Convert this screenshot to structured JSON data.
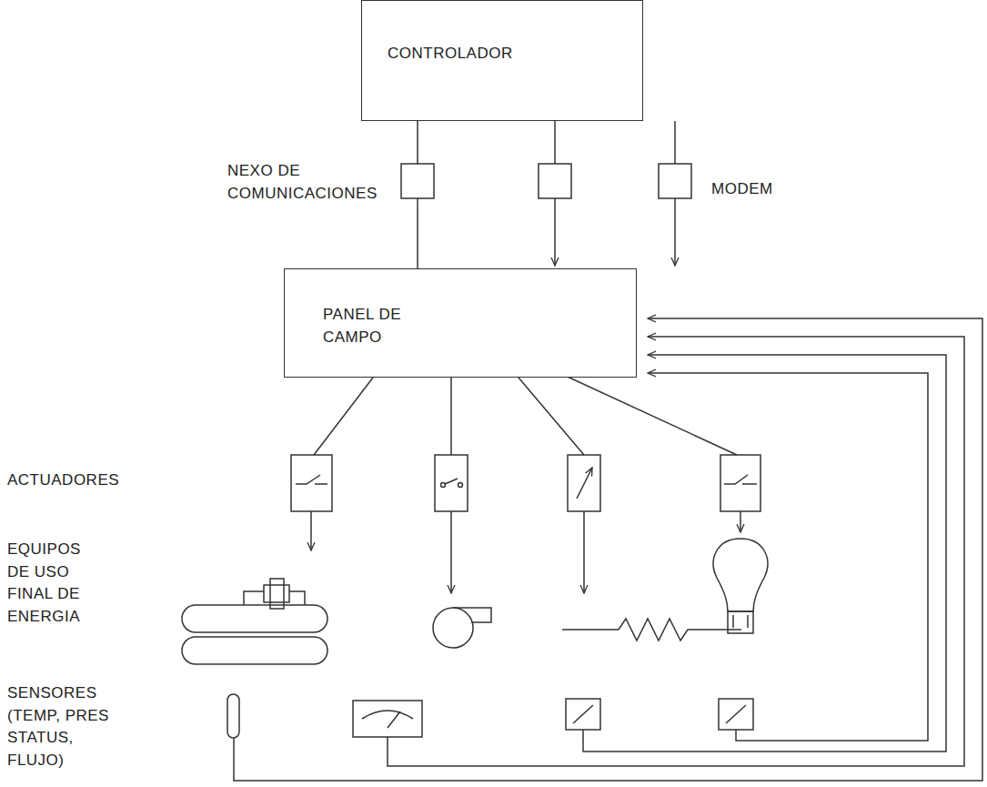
{
  "diagram": {
    "nodes": [
      {
        "text": [
          "CONTROLADOR"
        ]
      },
      {
        "text": [
          "PANEL DE CAMPO"
        ]
      }
    ],
    "edges": [
      {
        "from": 0,
        "to": 1,
        "arrow": "none"
      }
    ],
    "labels": [
      "NEXO DE COMUNICACIONES",
      "MODEM",
      "ACTUADORES",
      "EQUIPOS DE USO FINAL DE ENERGIA",
      "SENSORES (TEMP, PRES STATUS, FLUJO)"
    ]
  }
}
